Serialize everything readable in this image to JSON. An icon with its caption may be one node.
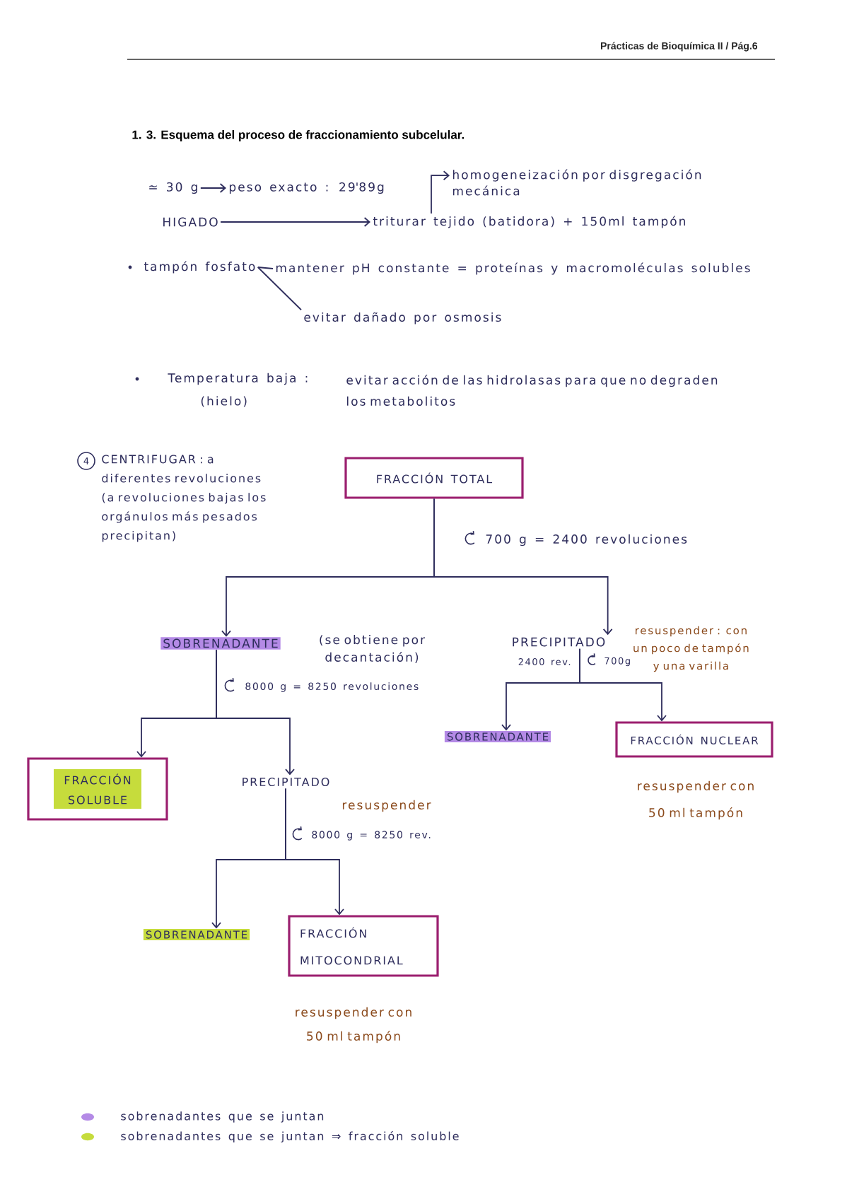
{
  "diagram": {
    "title": "1. 3. Esquema del proceso de fraccionamiento subcelular.",
    "nodes": [
      {
        "text": [
          "≃ 30 g"
        ]
      },
      {
        "text": [
          "peso exacto : 29'89g"
        ]
      },
      {
        "text": [
          "homogeneización por disgregación mecánica"
        ]
      },
      {
        "text": [
          "HIGADO"
        ]
      },
      {
        "text": [
          "triturar tejido (batidora) + 150ml tampón"
        ]
      },
      {
        "text": [
          "tampón fosfato"
        ]
      },
      {
        "text": [
          "mantener pH constante = proteínas y macromoléculas solubles"
        ]
      },
      {
        "text": [
          "evitar dañado por osmosis"
        ]
      },
      {
        "text": [
          "FRACCIÓN TOTAL"
        ]
      },
      {
        "text": [
          "SOBRENADANTE"
        ],
        "beside": [
          "(se obtiene por decantación)"
        ]
      },
      {
        "text": [
          "PRECIPITADO"
        ],
        "beside": [
          "resuspender : con un poco de tampón y una varilla"
        ]
      },
      {
        "text": [
          "SOBRENADANTE"
        ]
      },
      {
        "text": [
          "FRACCIÓN NUCLEAR"
        ],
        "beside": [
          "resuspender con 50 ml tampón"
        ]
      },
      {
        "text": [
          "FRACCIÓN SOLUBLE"
        ]
      },
      {
        "text": [
          "PRECIPITADO"
        ],
        "beside": [
          "resuspender"
        ]
      },
      {
        "text": [
          "SOBRENADANTE"
        ]
      },
      {
        "text": [
          "FRACCIÓN MITOCONDRIAL"
        ],
        "beside": [
          "resuspender con 50 ml tampón"
        ]
      }
    ],
    "edges": [
      {
        "from": 0,
        "to": 1,
        "arrow": "to"
      },
      {
        "from": 3,
        "to": 4,
        "arrow": "to"
      },
      {
        "from": 4,
        "to": 2,
        "arrow": "to"
      },
      {
        "from": 5,
        "to": 6,
        "arrow": "none"
      },
      {
        "from": 5,
        "to": 7,
        "arrow": "none"
      },
      {
        "from": 8,
        "to": 9,
        "arrow": "to",
        "label": "700 g = 2400 revoluciones"
      },
      {
        "from": 8,
        "to": 10,
        "arrow": "to"
      },
      {
        "from": 10,
        "to": 11,
        "arrow": "to",
        "label": "2400 rev."
      },
      {
        "from": 10,
        "to": 12,
        "arrow": "to",
        "label": "700g"
      },
      {
        "from": 9,
        "to": 13,
        "arrow": "to",
        "label": "8000 g = 8250 revoluciones"
      },
      {
        "from": 9,
        "to": 14,
        "arrow": "to"
      },
      {
        "from": 14,
        "to": 15,
        "arrow": "to",
        "label": "8000 g = 8250 rev."
      },
      {
        "from": 14,
        "to": 16,
        "arrow": "to"
      }
    ],
    "labels": [
      "Prácticas de Bioquímica II / Pág.6",
      "Temperatura baja :",
      "evitar acción de las hidrolasas para que no degraden los metabolitos",
      "(hielo)",
      "4",
      "CENTRIFUGAR : a diferentes revoluciones (a revoluciones bajas los orgánulos más pesados precipitan)"
    ],
    "legend": [
      {
        "text": "sobrenadantes que se juntan",
        "color": "#b48ae6"
      },
      {
        "text": "sobrenadantes que se juntan ⇒ fracción soluble",
        "color": "#c6dc3c"
      }
    ]
  }
}
